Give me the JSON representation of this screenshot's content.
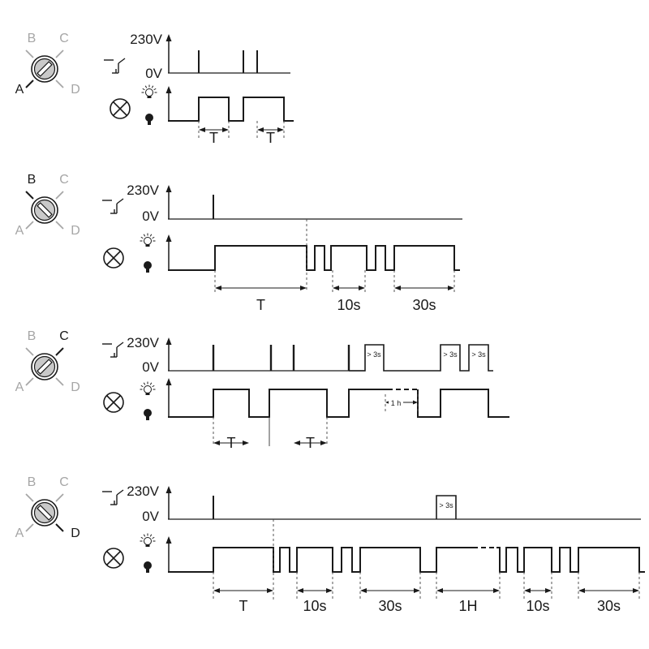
{
  "colors": {
    "active": "#1a1a1a",
    "inactive": "#a6a6a6",
    "knob_fill": "#c9c9c9",
    "dash": "#444444"
  },
  "icons": {
    "switch": "pushbutton-switch-icon",
    "lamp": "lamp-symbol-icon",
    "bulb_on": "bulb-on-icon",
    "bulb_off": "bulb-off-icon"
  },
  "labels": {
    "v_high": "230V",
    "v_low": "0V"
  },
  "sections": [
    {
      "id": "mode-a",
      "selected": "A",
      "dial": {
        "A": "A",
        "B": "B",
        "C": "C",
        "D": "D"
      },
      "annotations": [],
      "measures": [
        {
          "label": "T"
        },
        {
          "label": "T"
        }
      ]
    },
    {
      "id": "mode-b",
      "selected": "B",
      "dial": {
        "A": "A",
        "B": "B",
        "C": "C",
        "D": "D"
      },
      "annotations": [],
      "measures": [
        {
          "label": "T"
        },
        {
          "label": "10s"
        },
        {
          "label": "30s"
        }
      ]
    },
    {
      "id": "mode-c",
      "selected": "C",
      "dial": {
        "A": "A",
        "B": "B",
        "C": "C",
        "D": "D"
      },
      "annotations": [
        {
          "label": "> 3s"
        },
        {
          "label": "1 h"
        },
        {
          "label": "> 3s"
        },
        {
          "label": "> 3s"
        }
      ],
      "measures": [
        {
          "label": "T"
        },
        {
          "label": "T"
        }
      ]
    },
    {
      "id": "mode-d",
      "selected": "D",
      "dial": {
        "A": "A",
        "B": "B",
        "C": "C",
        "D": "D"
      },
      "annotations": [
        {
          "label": "> 3s"
        }
      ],
      "measures": [
        {
          "label": "T"
        },
        {
          "label": "10s"
        },
        {
          "label": "30s"
        },
        {
          "label": "1H"
        },
        {
          "label": "10s"
        },
        {
          "label": "30s"
        }
      ]
    }
  ]
}
